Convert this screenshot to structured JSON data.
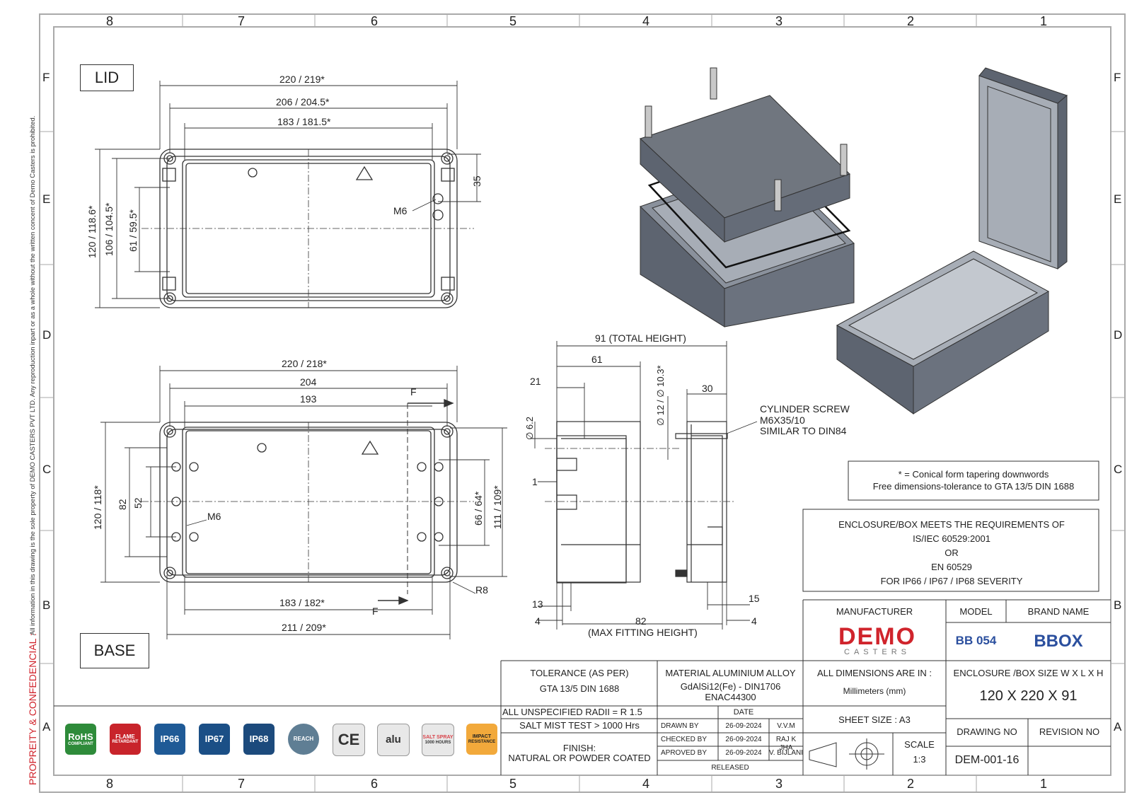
{
  "frame": {
    "col_labels": [
      "8",
      "7",
      "6",
      "5",
      "4",
      "3",
      "2",
      "1"
    ],
    "row_labels": [
      "F",
      "E",
      "D",
      "C",
      "B",
      "A"
    ]
  },
  "side_text": {
    "title": "PROPREITY & CONFEDENCIAL :",
    "notice": "All information in this drawing is the sole property of DEMO CASTERS PVT LTD. Any reproduction inpart or as a whole without the written concent of Demo Casters is prohibited."
  },
  "views": {
    "lid_label": "LID",
    "base_label": "BASE"
  },
  "lid_dims": {
    "w_outer": "220 / 219*",
    "w_mid": "206 / 204.5*",
    "w_inner": "183 / 181.5*",
    "h_outer": "120 / 118.6*",
    "h_mid": "106 / 104.5*",
    "h_inner": "61 / 59.5*",
    "right_dim": "35",
    "screw": "M6"
  },
  "base_dims": {
    "w_outer": "220 / 218*",
    "w_mid": "204",
    "w_inner": "193",
    "h_outer": "120 / 118*",
    "h_82": "82",
    "h_52": "52",
    "r_66": "66 / 64*",
    "r_111": "111 / 109*",
    "b_183": "183 / 182*",
    "b_211": "211 / 209*",
    "radius": "R8",
    "section_mark": "F",
    "screw": "M6"
  },
  "side_dims": {
    "total": "91 (TOTAL HEIGHT)",
    "d61": "61",
    "d21": "21",
    "d62": "∅ 6.2",
    "d12": "∅ 12 / ∅ 10.3*",
    "d30": "30",
    "d1": "1",
    "d13": "13",
    "d4a": "4",
    "d82": "82",
    "max": "(MAX FITTING HEIGHT)",
    "d15": "15",
    "d4b": "4"
  },
  "screw_note": [
    "CYLINDER SCREW",
    "M6X35/10",
    "SIMILAR TO DIN84"
  ],
  "conical_note": [
    "* = Conical form tapering downwords",
    "Free dimensions-tolerance to GTA 13/5 DIN 1688"
  ],
  "standards_note": [
    "ENCLOSURE/BOX MEETS THE REQUIREMENTS OF",
    "IS/IEC 60529:2001",
    "OR",
    "EN 60529",
    "FOR IP66 / IP67 / IP68 SEVERITY"
  ],
  "title_block": {
    "manufacturer_h": "MANUFACTURER",
    "model_h": "MODEL",
    "brand_h": "BRAND NAME",
    "logo_main": "DEMO",
    "logo_sub": "CASTERS",
    "model": "BB 054",
    "brand": "BBOX",
    "tol_1": "TOLERANCE (AS PER)",
    "tol_2": "GTA 13/5 DIN 1688",
    "mat_1": "MATERIAL ALUMINIUM ALLOY",
    "mat_2": "GdAlSi12(Fe) - DIN1706",
    "mat_3": "ENAC44300",
    "dims_1": "ALL DIMENSIONS ARE IN :",
    "dims_2": "Millimeters (mm)",
    "size_h": "ENCLOSURE /BOX SIZE W X L X H",
    "size": "120 X 220 X 91",
    "radii": "ALL UNSPECIFIED RADII = R 1.5",
    "salt": "SALT MIST TEST > 1000 Hrs",
    "date_h": "DATE",
    "sheet": "SHEET SIZE : A3",
    "drawn_by": "DRAWN BY",
    "checked_by": "CHECKED BY",
    "approved_by": "APROVED BY",
    "date1": "26-09-2024",
    "date2": "26-09-2024",
    "date3": "26-09-2024",
    "init1": "V.V.M",
    "init2": "RAJ K JHA",
    "init3": "V. BIJLANI",
    "released": "RELEASED",
    "finish_1": "FINISH:",
    "finish_2": "NATURAL OR POWDER COATED",
    "scale_h": "SCALE",
    "scale": "1:3",
    "drawing_no_h": "DRAWING NO",
    "revision_h": "REVISION NO",
    "drawing_no": "DEM-001-16",
    "revision": ""
  },
  "badges": [
    {
      "label": "RoHS",
      "sub": "COMPLIANT",
      "color": "#2e8b3a"
    },
    {
      "label": "FLAME",
      "sub": "RETARDANT",
      "color": "#c8242b"
    },
    {
      "label": "IP66",
      "sub": "",
      "color": "#1f5a96"
    },
    {
      "label": "IP67",
      "sub": "",
      "color": "#1b4f86"
    },
    {
      "label": "IP68",
      "sub": "",
      "color": "#1c4a7c"
    },
    {
      "label": "REACH",
      "sub": "",
      "color": "#5f7e94"
    },
    {
      "label": "CE",
      "sub": "",
      "color": "#8a8a8a"
    },
    {
      "label": "alu",
      "sub": "",
      "color": "#8d8d8d"
    },
    {
      "label": "SALT SPRAY",
      "sub": "1000 HOURS",
      "color": "#d8434a"
    },
    {
      "label": "IMPACT",
      "sub": "RESISTANCE",
      "color": "#f2a93b"
    }
  ],
  "colors": {
    "line": "#333333",
    "frame": "#999999",
    "enclosure": "#5d6470",
    "enclosure_light": "#8a919c",
    "logo_red": "#d0242c",
    "model_blue": "#2b4f9e"
  }
}
